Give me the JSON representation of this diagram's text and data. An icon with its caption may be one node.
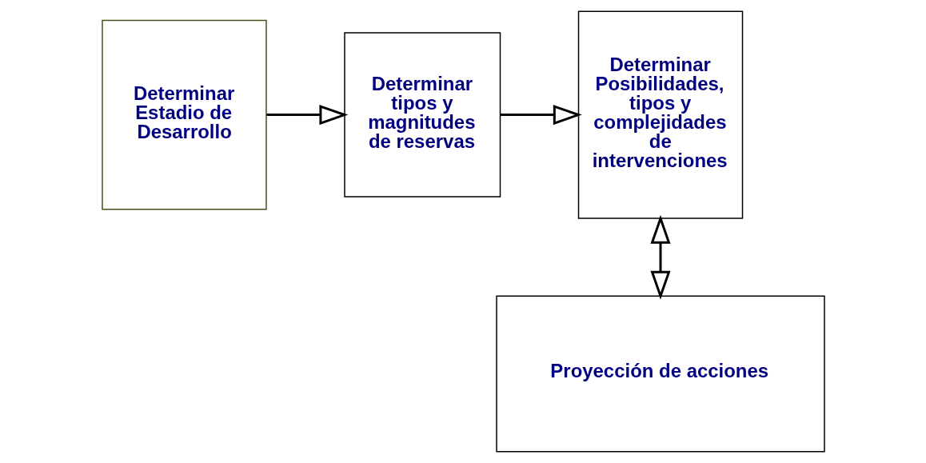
{
  "diagram": {
    "nodes": [
      {
        "text": [
          "Determinar Estadio de Desarrollo"
        ]
      },
      {
        "text": [
          "Determinar tipos y magnitudes de reservas"
        ]
      },
      {
        "text": [
          "Determinar Posibilidades, tipos y complejidades de intervenciones"
        ]
      },
      {
        "text": [
          "Proyección de acciones"
        ]
      }
    ],
    "edges": [
      {
        "from": 0,
        "to": 1,
        "arrow": "to"
      },
      {
        "from": 1,
        "to": 2,
        "arrow": "to"
      },
      {
        "from": 2,
        "to": 3,
        "arrow": "both"
      }
    ]
  }
}
